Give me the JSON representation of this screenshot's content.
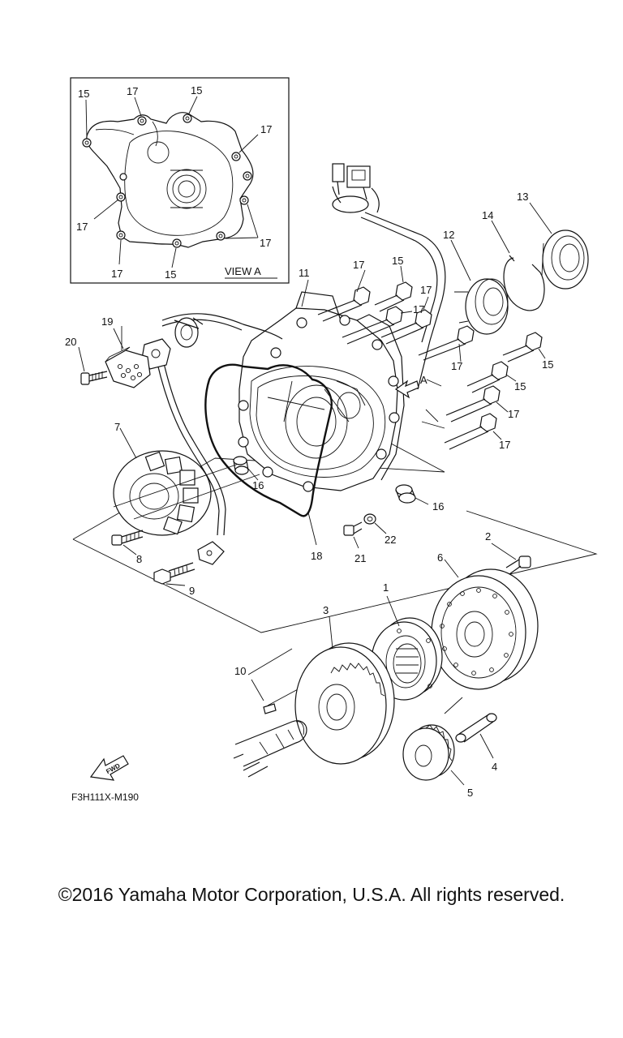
{
  "view_a": {
    "title": "VIEW A",
    "labels": {
      "c15_tl": "15",
      "c17_tl": "17",
      "c15_top": "15",
      "c17_r": "17",
      "c17_l": "17",
      "c17_br": "17",
      "c17_bl": "17",
      "c15_b": "15"
    }
  },
  "parts": {
    "p1": "1",
    "p2": "2",
    "p3": "3",
    "p4": "4",
    "p5": "5",
    "p6": "6",
    "p7": "7",
    "p8": "8",
    "p9": "9",
    "p10": "10",
    "p11": "11",
    "p12": "12",
    "p13": "13",
    "p14": "14",
    "p15a": "15",
    "p15b": "15",
    "p15c": "15",
    "p16a": "16",
    "p16b": "16",
    "p17a": "17",
    "p17b": "17",
    "p17c": "17",
    "p17d": "17",
    "p17e": "17",
    "p17f": "17",
    "p18": "18",
    "p19": "19",
    "p20": "20",
    "p21": "21",
    "p22": "22"
  },
  "view_arrow_label": "A",
  "fwd_label": "FWD",
  "diagram_code": "F3H111X-M190",
  "copyright": "©2016 Yamaha Motor Corporation, U.S.A. All rights reserved."
}
